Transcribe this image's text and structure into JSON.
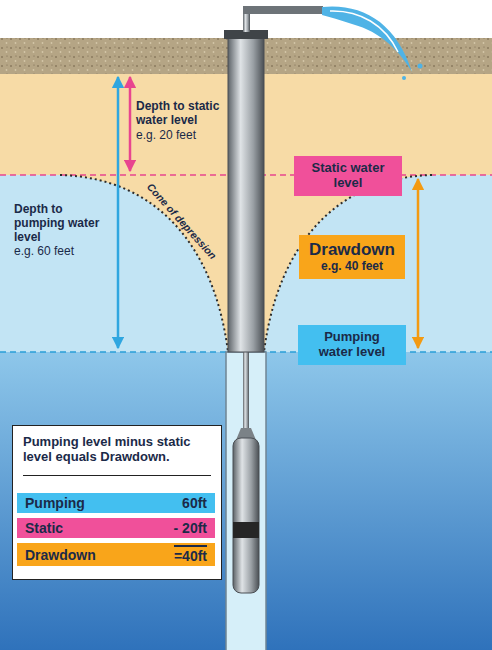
{
  "diagram": {
    "nodes": [
      {
        "text": [
          "Static water level"
        ]
      },
      {
        "text": [
          "Drawdown",
          "e.g. 40 feet"
        ]
      },
      {
        "text": [
          "Pumping water level"
        ]
      },
      {
        "text": [
          "Pumping level minus static level equals Drawdown."
        ]
      },
      {
        "text": [
          "Pumping",
          "60ft"
        ],
        "in": 3
      },
      {
        "text": [
          "Static",
          "- 20ft"
        ],
        "in": 3
      },
      {
        "text": [
          "Drawdown",
          "=40ft"
        ],
        "in": 3
      }
    ],
    "labels": [
      "Depth to static water level",
      "e.g. 20 feet",
      "Depth to pumping water level",
      "e.g. 60 feet",
      "Cone of depression"
    ]
  }
}
